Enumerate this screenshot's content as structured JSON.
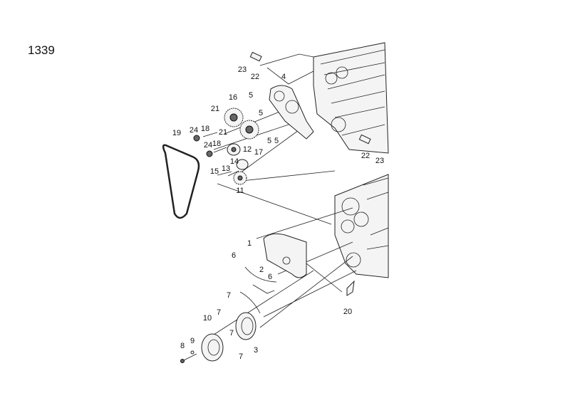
{
  "diagram": {
    "id": "1339",
    "callouts": [
      "23",
      "22",
      "4",
      "16",
      "5",
      "21",
      "5",
      "24",
      "18",
      "21",
      "19",
      "5",
      "5",
      "17",
      "24",
      "18",
      "14",
      "12",
      "22",
      "23",
      "15",
      "13",
      "11",
      "1",
      "6",
      "2",
      "6",
      "20",
      "7",
      "7",
      "7",
      "10",
      "9",
      "8",
      "3",
      "7"
    ]
  }
}
